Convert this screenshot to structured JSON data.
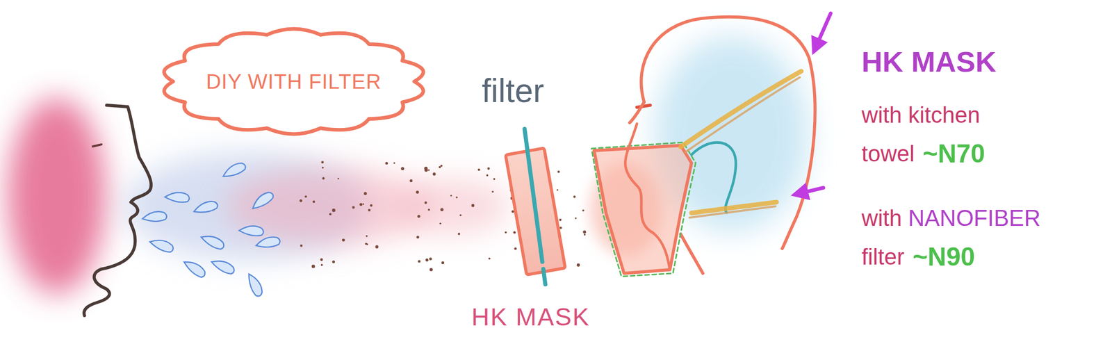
{
  "diagram": {
    "nodes": [
      {
        "text": [
          "DIY WITH FILTER"
        ]
      }
    ],
    "labels": [
      "filter",
      "HK MASK",
      "HK MASK",
      "with kitchen towel",
      "~N70",
      "with NANOFIBER filter",
      "~N90"
    ]
  }
}
